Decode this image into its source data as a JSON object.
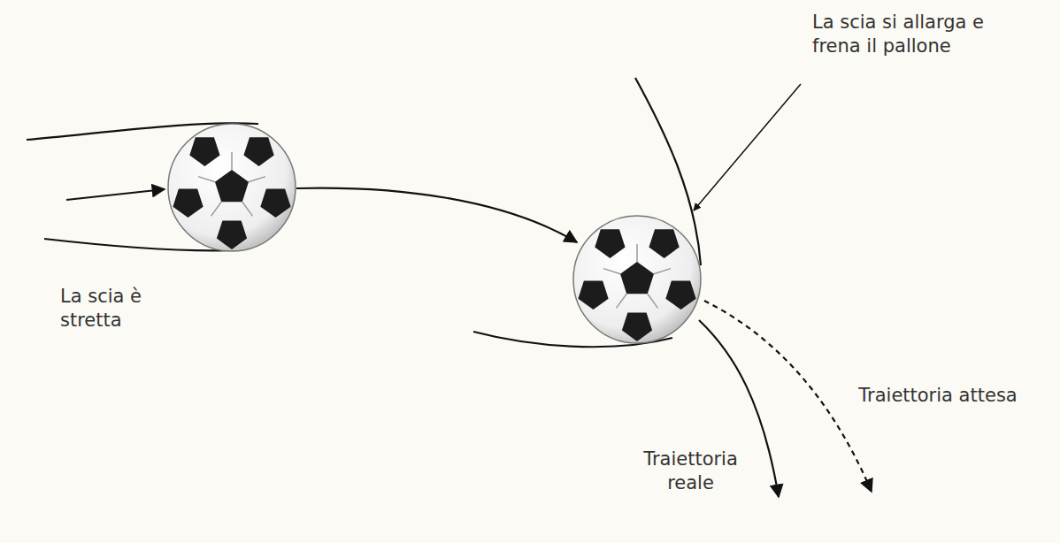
{
  "diagram": {
    "labels": [
      "La scia si allarga e frena il pallone",
      "La scia è stretta",
      "Traiettoria reale",
      "Traiettoria attesa"
    ]
  }
}
